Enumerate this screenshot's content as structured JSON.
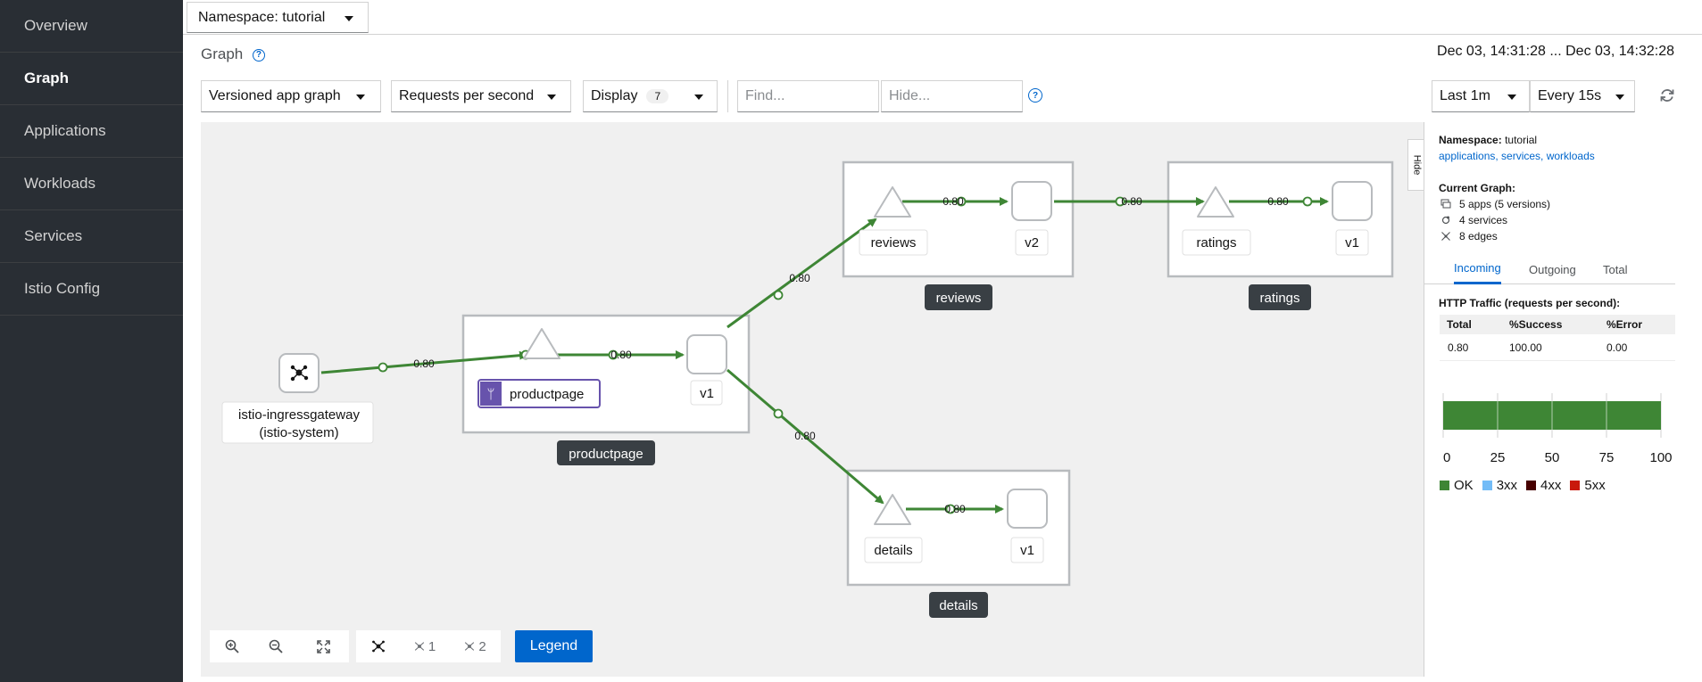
{
  "sidebar": {
    "items": [
      {
        "label": "Overview",
        "active": false
      },
      {
        "label": "Graph",
        "active": true
      },
      {
        "label": "Applications",
        "active": false
      },
      {
        "label": "Workloads",
        "active": false
      },
      {
        "label": "Services",
        "active": false
      },
      {
        "label": "Istio Config",
        "active": false
      }
    ]
  },
  "topbar": {
    "namespace_label": "Namespace: tutorial"
  },
  "header": {
    "title": "Graph",
    "help": "?",
    "time_range": "Dec 03, 14:31:28 ... Dec 03, 14:32:28"
  },
  "toolbar": {
    "graph_type": "Versioned app graph",
    "edge_label": "Requests per second",
    "display_label": "Display",
    "display_count": "7",
    "find_placeholder": "Find...",
    "hide_placeholder": "Hide...",
    "help": "?",
    "duration": "Last 1m",
    "refresh_interval": "Every 15s"
  },
  "graph": {
    "hide_tab": "Hide",
    "nodes": {
      "gateway": "istio-ingressgateway",
      "gateway_ns": "(istio-system)",
      "productpage_svc": "productpage",
      "productpage_v1": "v1",
      "productpage_box": "productpage",
      "reviews_svc": "reviews",
      "reviews_v2": "v2",
      "reviews_box": "reviews",
      "ratings_svc": "ratings",
      "ratings_v1": "v1",
      "ratings_box": "ratings",
      "details_svc": "details",
      "details_v1": "v1",
      "details_box": "details"
    },
    "edges": {
      "gw_to_pp": "0.80",
      "pp_svc_to_v1": "0.80",
      "pp_to_reviews": "0.80",
      "pp_to_details": "0.80",
      "reviews_svc_to_v2": "0.80",
      "reviews_to_ratings": "0.80",
      "ratings_svc_to_v1": "0.80",
      "details_svc_to_v1": "0.80"
    },
    "controls": {
      "layout1": "1",
      "layout2": "2",
      "legend": "Legend"
    }
  },
  "panel": {
    "namespace_label": "Namespace:",
    "namespace_value": "tutorial",
    "links": "applications, services, workloads",
    "current_graph_label": "Current Graph:",
    "apps": "5 apps (5 versions)",
    "services": "4 services",
    "edges": "8 edges",
    "tabs": [
      "Incoming",
      "Outgoing",
      "Total"
    ],
    "traffic_title": "HTTP Traffic (requests per second):",
    "table": {
      "headers": [
        "Total",
        "%Success",
        "%Error"
      ],
      "row": [
        "0.80",
        "100.00",
        "0.00"
      ]
    },
    "bar": {
      "ok_percent": 100,
      "ticks": [
        "0",
        "25",
        "50",
        "75",
        "100"
      ]
    },
    "legend": [
      {
        "label": "OK",
        "color": "#3e8635"
      },
      {
        "label": "3xx",
        "color": "#73bcf7"
      },
      {
        "label": "4xx",
        "color": "#470000"
      },
      {
        "label": "5xx",
        "color": "#c9190b"
      }
    ]
  }
}
